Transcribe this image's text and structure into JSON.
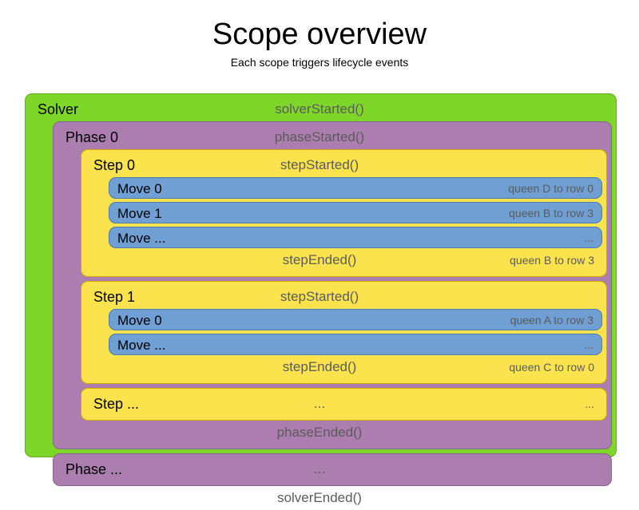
{
  "heading": {
    "title": "Scope overview",
    "subtitle": "Each scope triggers lifecycle events"
  },
  "colors": {
    "solver": "#7ED629",
    "phase": "#AC7EB0",
    "step": "#FBE34D",
    "move": "#6F9FD3",
    "event_text": "#5B5B5B",
    "label_text": "#000000",
    "background": "#FFFFFF"
  },
  "solver": {
    "label": "Solver",
    "started_event": "solverStarted()",
    "ended_event": "solverEnded()",
    "phases": [
      {
        "label": "Phase 0",
        "started_event": "phaseStarted()",
        "ended_event": "phaseEnded()",
        "steps": [
          {
            "label": "Step 0",
            "started_event": "stepStarted()",
            "ended_event": "stepEnded()",
            "ended_detail": "queen B to row 3",
            "moves": [
              {
                "label": "Move 0",
                "detail": "queen D to row 0"
              },
              {
                "label": "Move 1",
                "detail": "queen B to row 3"
              },
              {
                "label": "Move ...",
                "detail": "..."
              }
            ]
          },
          {
            "label": "Step 1",
            "started_event": "stepStarted()",
            "ended_event": "stepEnded()",
            "ended_detail": "queen C to row 0",
            "moves": [
              {
                "label": "Move 0",
                "detail": "queen A to row 3"
              },
              {
                "label": "Move ...",
                "detail": "..."
              }
            ]
          }
        ],
        "step_ellipsis": {
          "label": "Step ...",
          "event": "...",
          "detail": "..."
        }
      }
    ],
    "phase_ellipsis": {
      "label": "Phase ...",
      "event": "..."
    }
  }
}
